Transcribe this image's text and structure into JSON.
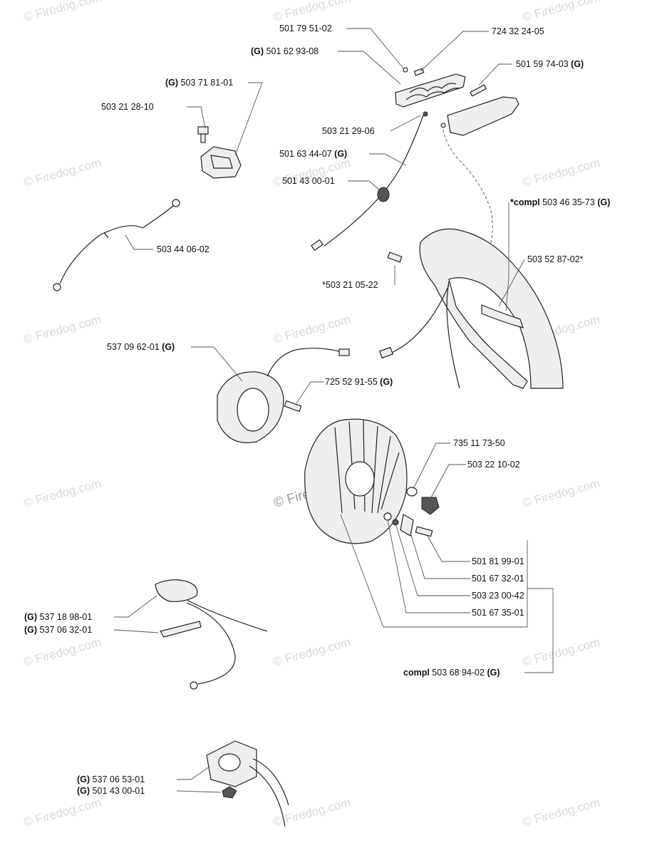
{
  "labels": {
    "l01": "501 79 51-02",
    "l02": "724 32 24-05",
    "l03a": "(G)",
    "l03b": " 501 62 93-08",
    "l04a": "501 59 74-03 ",
    "l04b": "(G)",
    "l05a": "(G)",
    "l05b": " 503 71 81-01",
    "l06": "503 21 28-10",
    "l07": "503 21 29-06",
    "l08a": "501 63 44-07 ",
    "l08b": "(G)",
    "l09": "501 43 00-01",
    "l10a": "*compl",
    "l10b": " 503 46 35-73 ",
    "l10c": "(G)",
    "l11": "503 44 06-02",
    "l12": "503 52 87-02*",
    "l13": "*503 21 05-22",
    "l14a": "537 09 62-01 ",
    "l14b": "(G)",
    "l15a": "725 52 91-55 ",
    "l15b": "(G)",
    "l16": "735 11 73-50",
    "l17": "503 22 10-02",
    "l18": "501 81 99-01",
    "l19": "501 67 32-01",
    "l20": "503 23 00-42",
    "l21": "501 67 35-01",
    "l22a": "(G)",
    "l22b": " 537 18 98-01",
    "l23a": "(G)",
    "l23b": " 537 06 32-01",
    "l24a": "compl",
    "l24b": " 503 68 94-02 ",
    "l24c": "(G)",
    "l25a": "(G)",
    "l25b": " 537 06 53-01",
    "l26a": "(G)",
    "l26b": " 501 43 00-01"
  },
  "watermark": {
    "text": "© Firedog.com",
    "center_text": "© Firedog.com"
  },
  "colors": {
    "line": "#222222",
    "watermark": "#d8d8d8"
  }
}
